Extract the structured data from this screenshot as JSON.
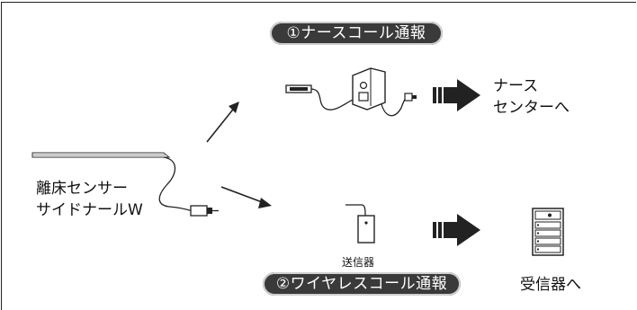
{
  "nurse_call_title": "①ナースコール通報",
  "wireless_call_title": "②ワイヤレスコール通報",
  "sensor_label_line1": "離床センサー",
  "sensor_label_line2": "サイドナールW",
  "nurse_center_line1": "ナース",
  "nurse_center_line2": "センターへ",
  "transmitter_label": "送信器",
  "receiver_label": "受信器へ"
}
